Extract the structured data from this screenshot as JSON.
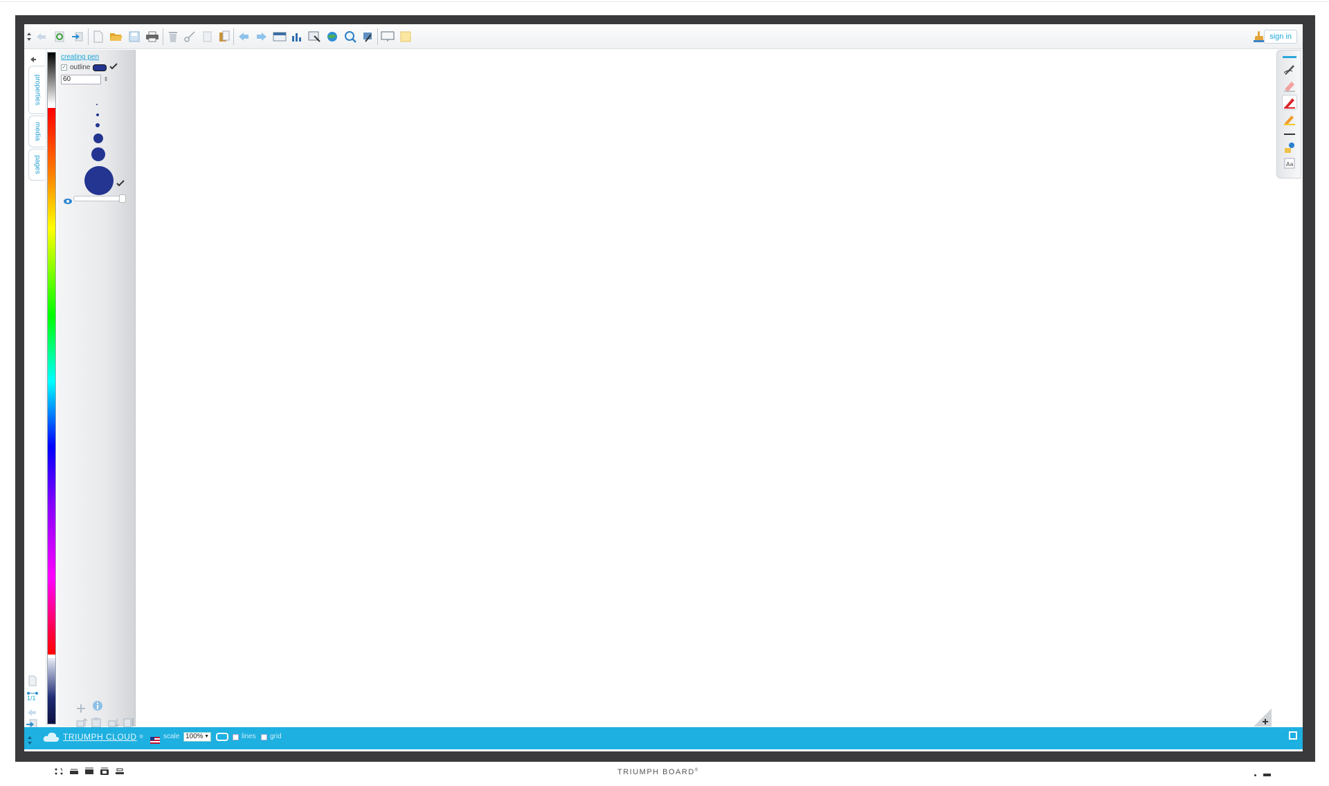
{
  "toolbar": {
    "sign_in_label": "sign in"
  },
  "side_tabs": {
    "properties": "properties",
    "media": "media",
    "pages": "pages"
  },
  "properties_panel": {
    "title": "creating pen",
    "outline_label": "outline",
    "outline_checked": true,
    "outline_color": "#233590",
    "pen_size_value": "60",
    "selected_dot_size": "largest",
    "pen_color": "#233590"
  },
  "page_nav": {
    "page_counter": "1/1"
  },
  "bottom_bar": {
    "brand": "TRIUMPH CLOUD",
    "brand_mark": "®",
    "scale_label": "scale",
    "scale_value": "100%",
    "lines_label": "lines",
    "grid_label": "grid",
    "bar_color": "#1eb0e0"
  },
  "footer": {
    "brand": "TRIUMPH BOARD",
    "brand_mark": "®"
  },
  "colors": {
    "accent": "#1ca6d8",
    "frame": "#3a3a3c"
  }
}
